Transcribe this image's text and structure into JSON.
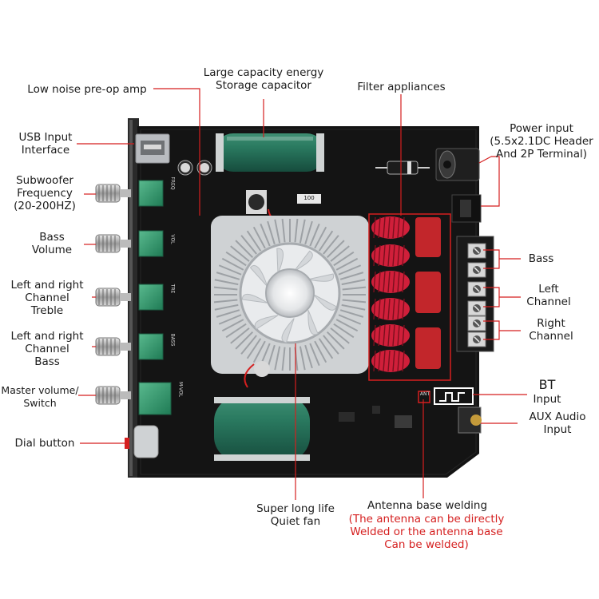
{
  "labels": {
    "capacitor": [
      "Large capacity energy",
      "Storage capacitor"
    ],
    "preop": [
      "Low noise pre-op amp"
    ],
    "filter": [
      "Filter appliances"
    ],
    "usb": [
      "USB Input",
      "Interface"
    ],
    "power": [
      "Power input",
      "(5.5x2.1DC Header",
      "And 2P Terminal)"
    ],
    "subwoofer": [
      "Subwoofer",
      "Frequency",
      "(20-200HZ)"
    ],
    "bass_vol": [
      "Bass",
      "Volume"
    ],
    "treble": [
      "Left and right",
      "Channel",
      "Treble"
    ],
    "lr_bass": [
      "Left and right",
      "Channel",
      "Bass"
    ],
    "master": [
      "Master volume/",
      "Switch"
    ],
    "dial": [
      "Dial button"
    ],
    "bass_out": [
      "Bass"
    ],
    "left_ch": [
      "Left",
      "Channel"
    ],
    "right_ch": [
      "Right",
      "Channel"
    ],
    "bt": [
      "BT",
      "Input"
    ],
    "aux": [
      "AUX Audio",
      "Input"
    ],
    "fan": [
      "Super long life",
      "Quiet fan"
    ],
    "antenna": [
      "Antenna base welding"
    ],
    "antenna_note": [
      "(The antenna can be directly",
      "Welded or the antenna base",
      "Can be welded)"
    ]
  },
  "board_text": {
    "pot1": "FREQ",
    "pot2": "VOL",
    "pot3": "TRE",
    "pot4": "BASS",
    "pot5": "M-VOL",
    "cap_value": "100",
    "bt_mark": "ANT"
  },
  "colors": {
    "accent": "#d51f1f",
    "board": "#121212",
    "capacitor": "#1f6b55",
    "pot": "#3aa078",
    "inductor": "#d01f3a",
    "film_cap": "#c2262b"
  }
}
